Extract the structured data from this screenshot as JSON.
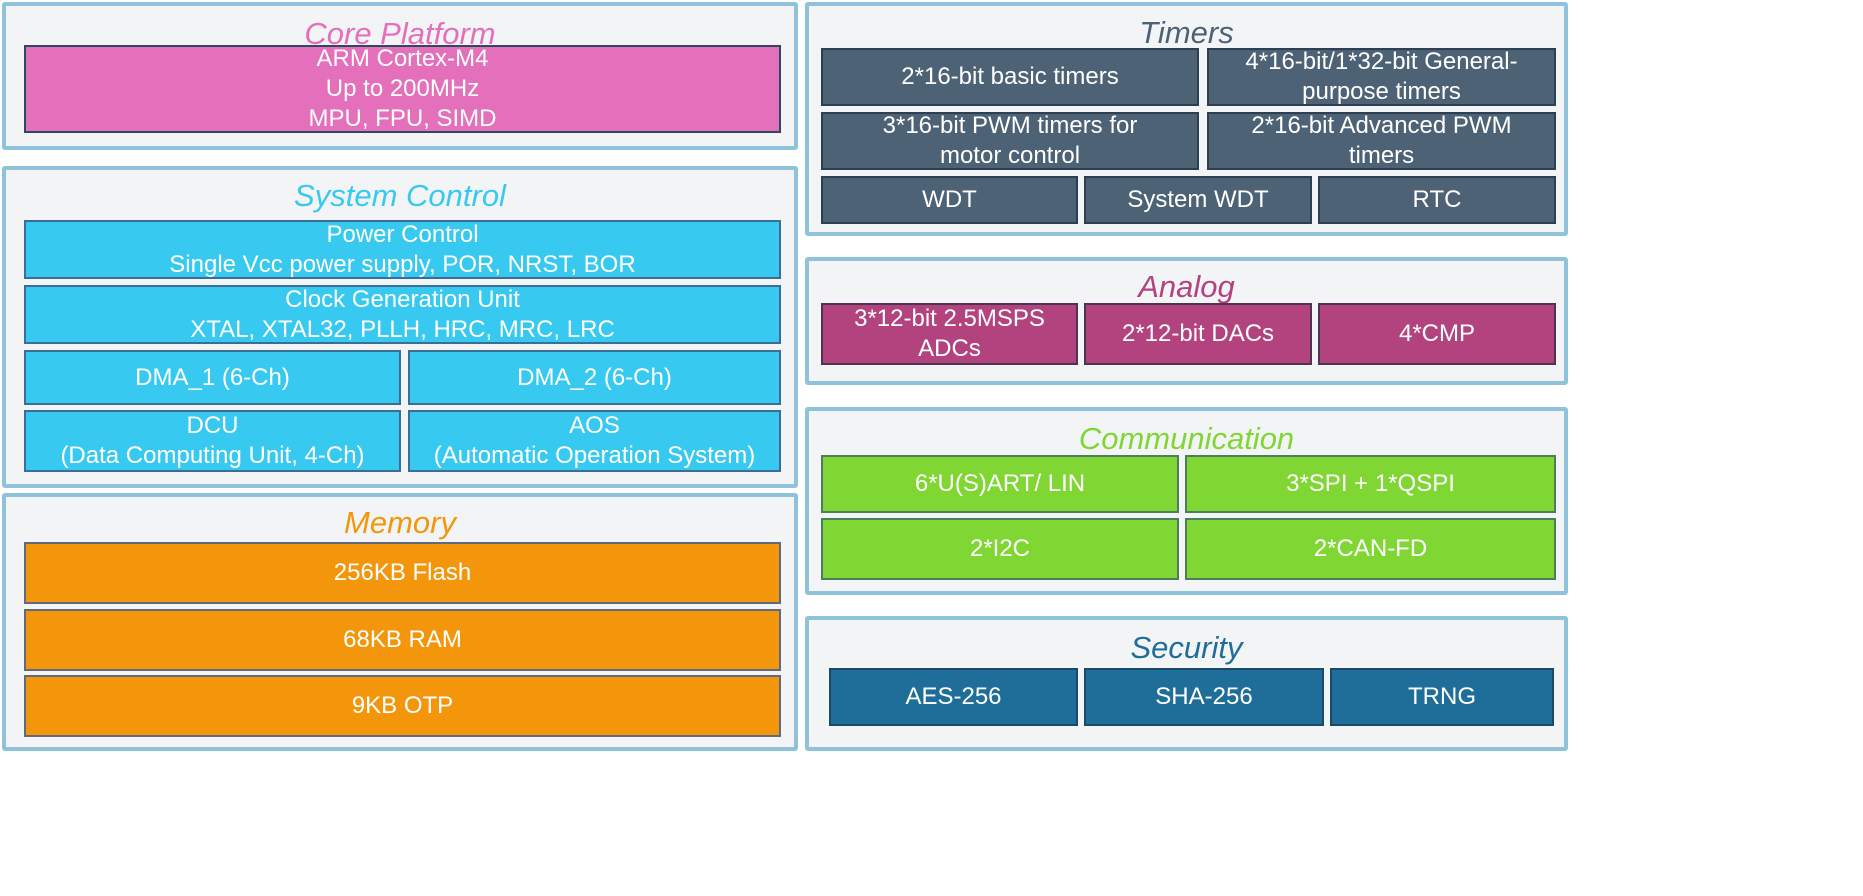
{
  "colors": {
    "panel_border": "#8fc3dc",
    "panel_background": "#f3f4f6",
    "core": "#e46fba",
    "system": "#38c9f0",
    "memory": "#f4960b",
    "timers": "#4e6276",
    "analog": "#b3437f",
    "communication": "#80d633",
    "security": "#1f6e99"
  },
  "core_platform": {
    "title": "Core Platform",
    "cpu": {
      "line1": "ARM Cortex-M4",
      "line2": "Up to 200MHz",
      "line3": "MPU, FPU, SIMD"
    }
  },
  "system_control": {
    "title": "System Control",
    "power": {
      "line1": "Power Control",
      "line2": "Single Vcc power supply, POR, NRST, BOR"
    },
    "clock": {
      "line1": "Clock Generation Unit",
      "line2": "XTAL, XTAL32, PLLH, HRC, MRC, LRC"
    },
    "dma1": "DMA_1 (6-Ch)",
    "dma2": "DMA_2 (6-Ch)",
    "dcu": {
      "line1": "DCU",
      "line2": "(Data Computing Unit, 4-Ch)"
    },
    "aos": {
      "line1": "AOS",
      "line2": "(Automatic Operation System)"
    }
  },
  "memory": {
    "title": "Memory",
    "flash": "256KB Flash",
    "ram": "68KB RAM",
    "otp": "9KB OTP"
  },
  "timers": {
    "title": "Timers",
    "basic": "2*16-bit basic timers",
    "general": {
      "line1": "4*16-bit/1*32-bit General-",
      "line2": "purpose timers"
    },
    "pwm_motor": {
      "line1": "3*16-bit PWM timers for",
      "line2": "motor control"
    },
    "advanced_pwm": {
      "line1": "2*16-bit Advanced PWM",
      "line2": "timers"
    },
    "wdt": "WDT",
    "system_wdt": "System WDT",
    "rtc": "RTC"
  },
  "analog": {
    "title": "Analog",
    "adc": {
      "line1": "3*12-bit  2.5MSPS",
      "line2": "ADCs"
    },
    "dac": "2*12-bit DACs",
    "cmp": "4*CMP"
  },
  "communication": {
    "title": "Communication",
    "usart": "6*U(S)ART/ LIN",
    "spi": "3*SPI + 1*QSPI",
    "i2c": "2*I2C",
    "can": "2*CAN-FD"
  },
  "security": {
    "title": "Security",
    "aes": "AES-256",
    "sha": "SHA-256",
    "trng": "TRNG"
  }
}
